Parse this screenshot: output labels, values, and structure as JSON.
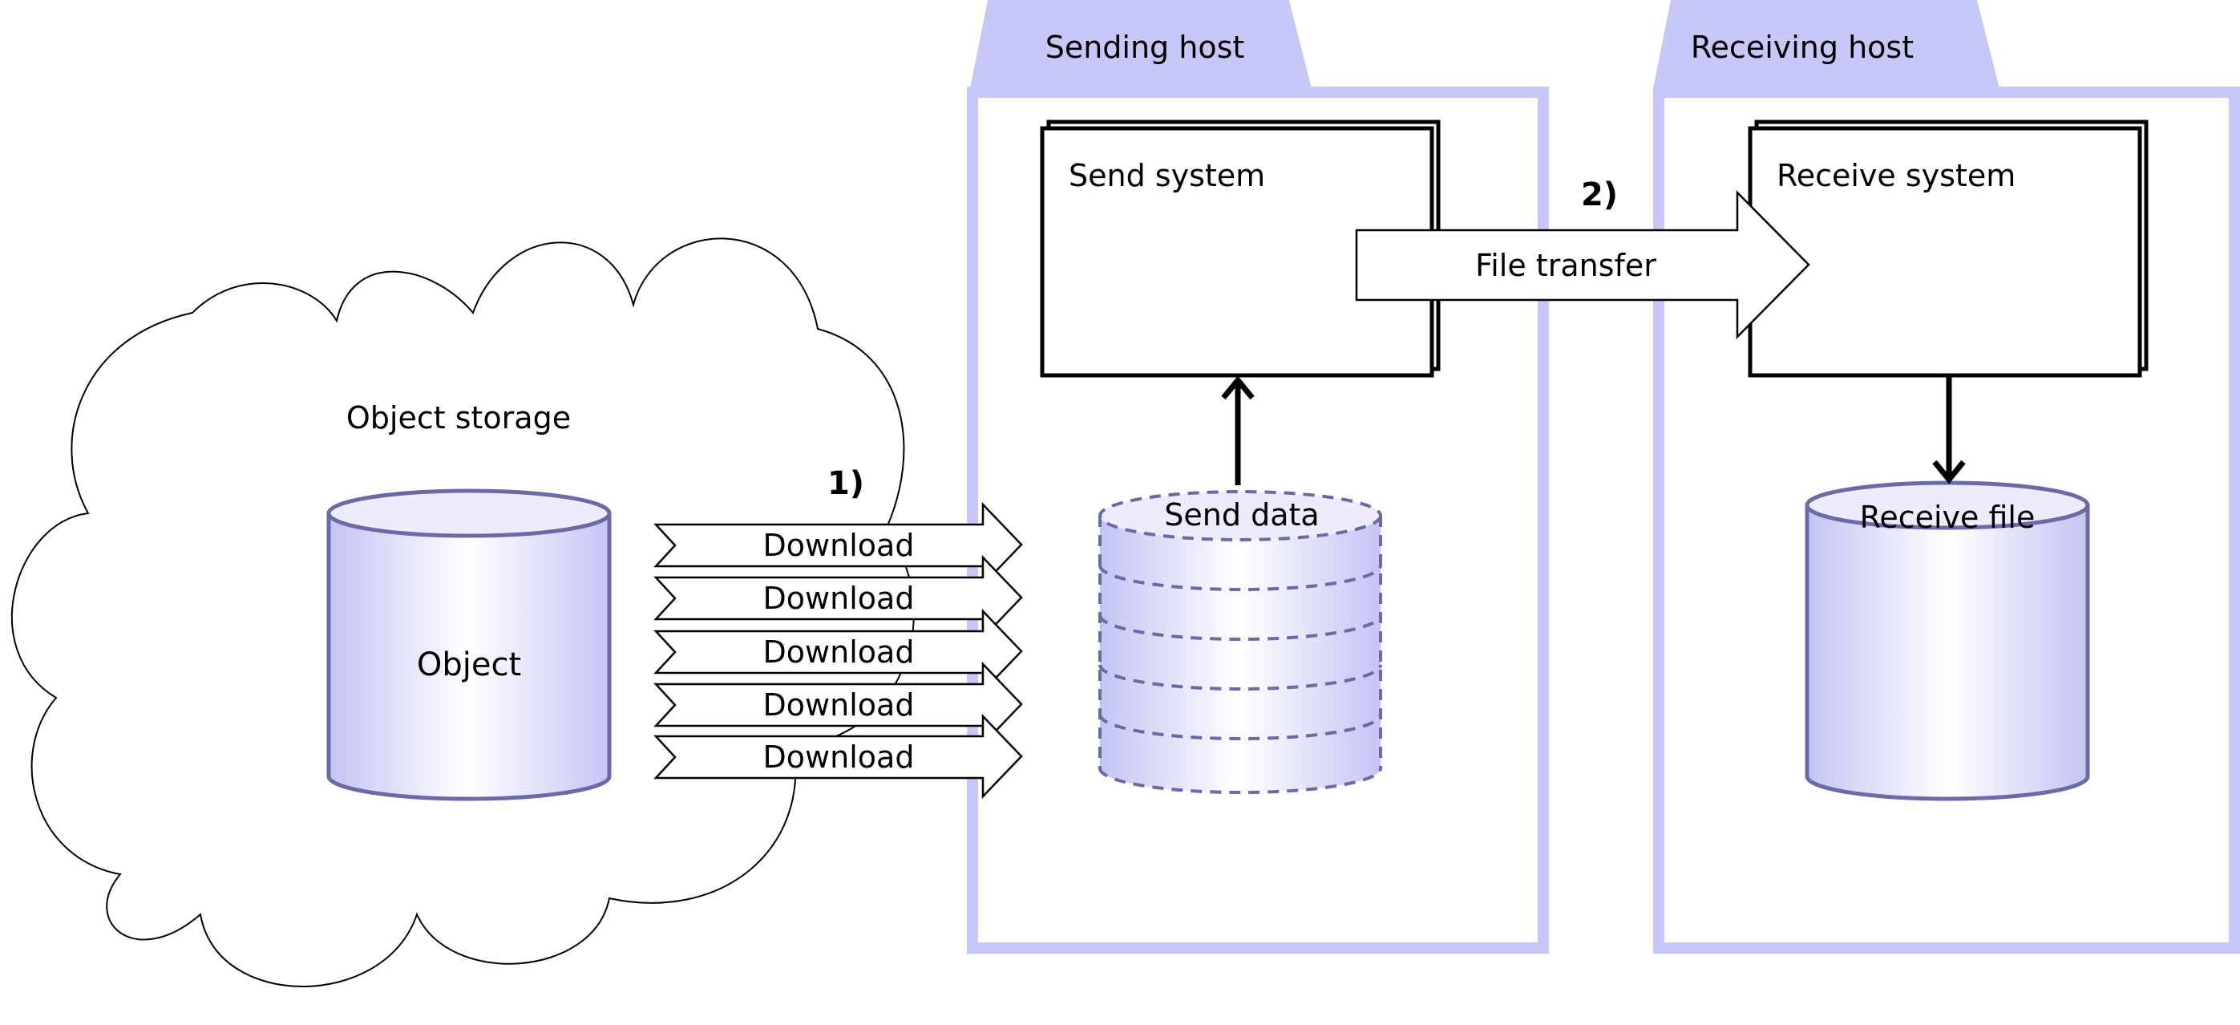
{
  "cloud": {
    "label": "Object storage"
  },
  "object_store": {
    "label": "Object"
  },
  "step1": {
    "label": "1)"
  },
  "downloads": [
    "Download",
    "Download",
    "Download",
    "Download",
    "Download"
  ],
  "sending_host": {
    "title": "Sending host",
    "system_label": "Send system",
    "data_label": "Send data"
  },
  "step2": {
    "label": "2)"
  },
  "transfer": {
    "label": "File transfer"
  },
  "receiving_host": {
    "title": "Receiving host",
    "system_label": "Receive system",
    "file_label": "Receive file"
  },
  "colors": {
    "host_frame": "#c8c8f8",
    "cylinder_stroke": "#6a6aa6",
    "cylinder_fill": "#d0d0f8"
  }
}
